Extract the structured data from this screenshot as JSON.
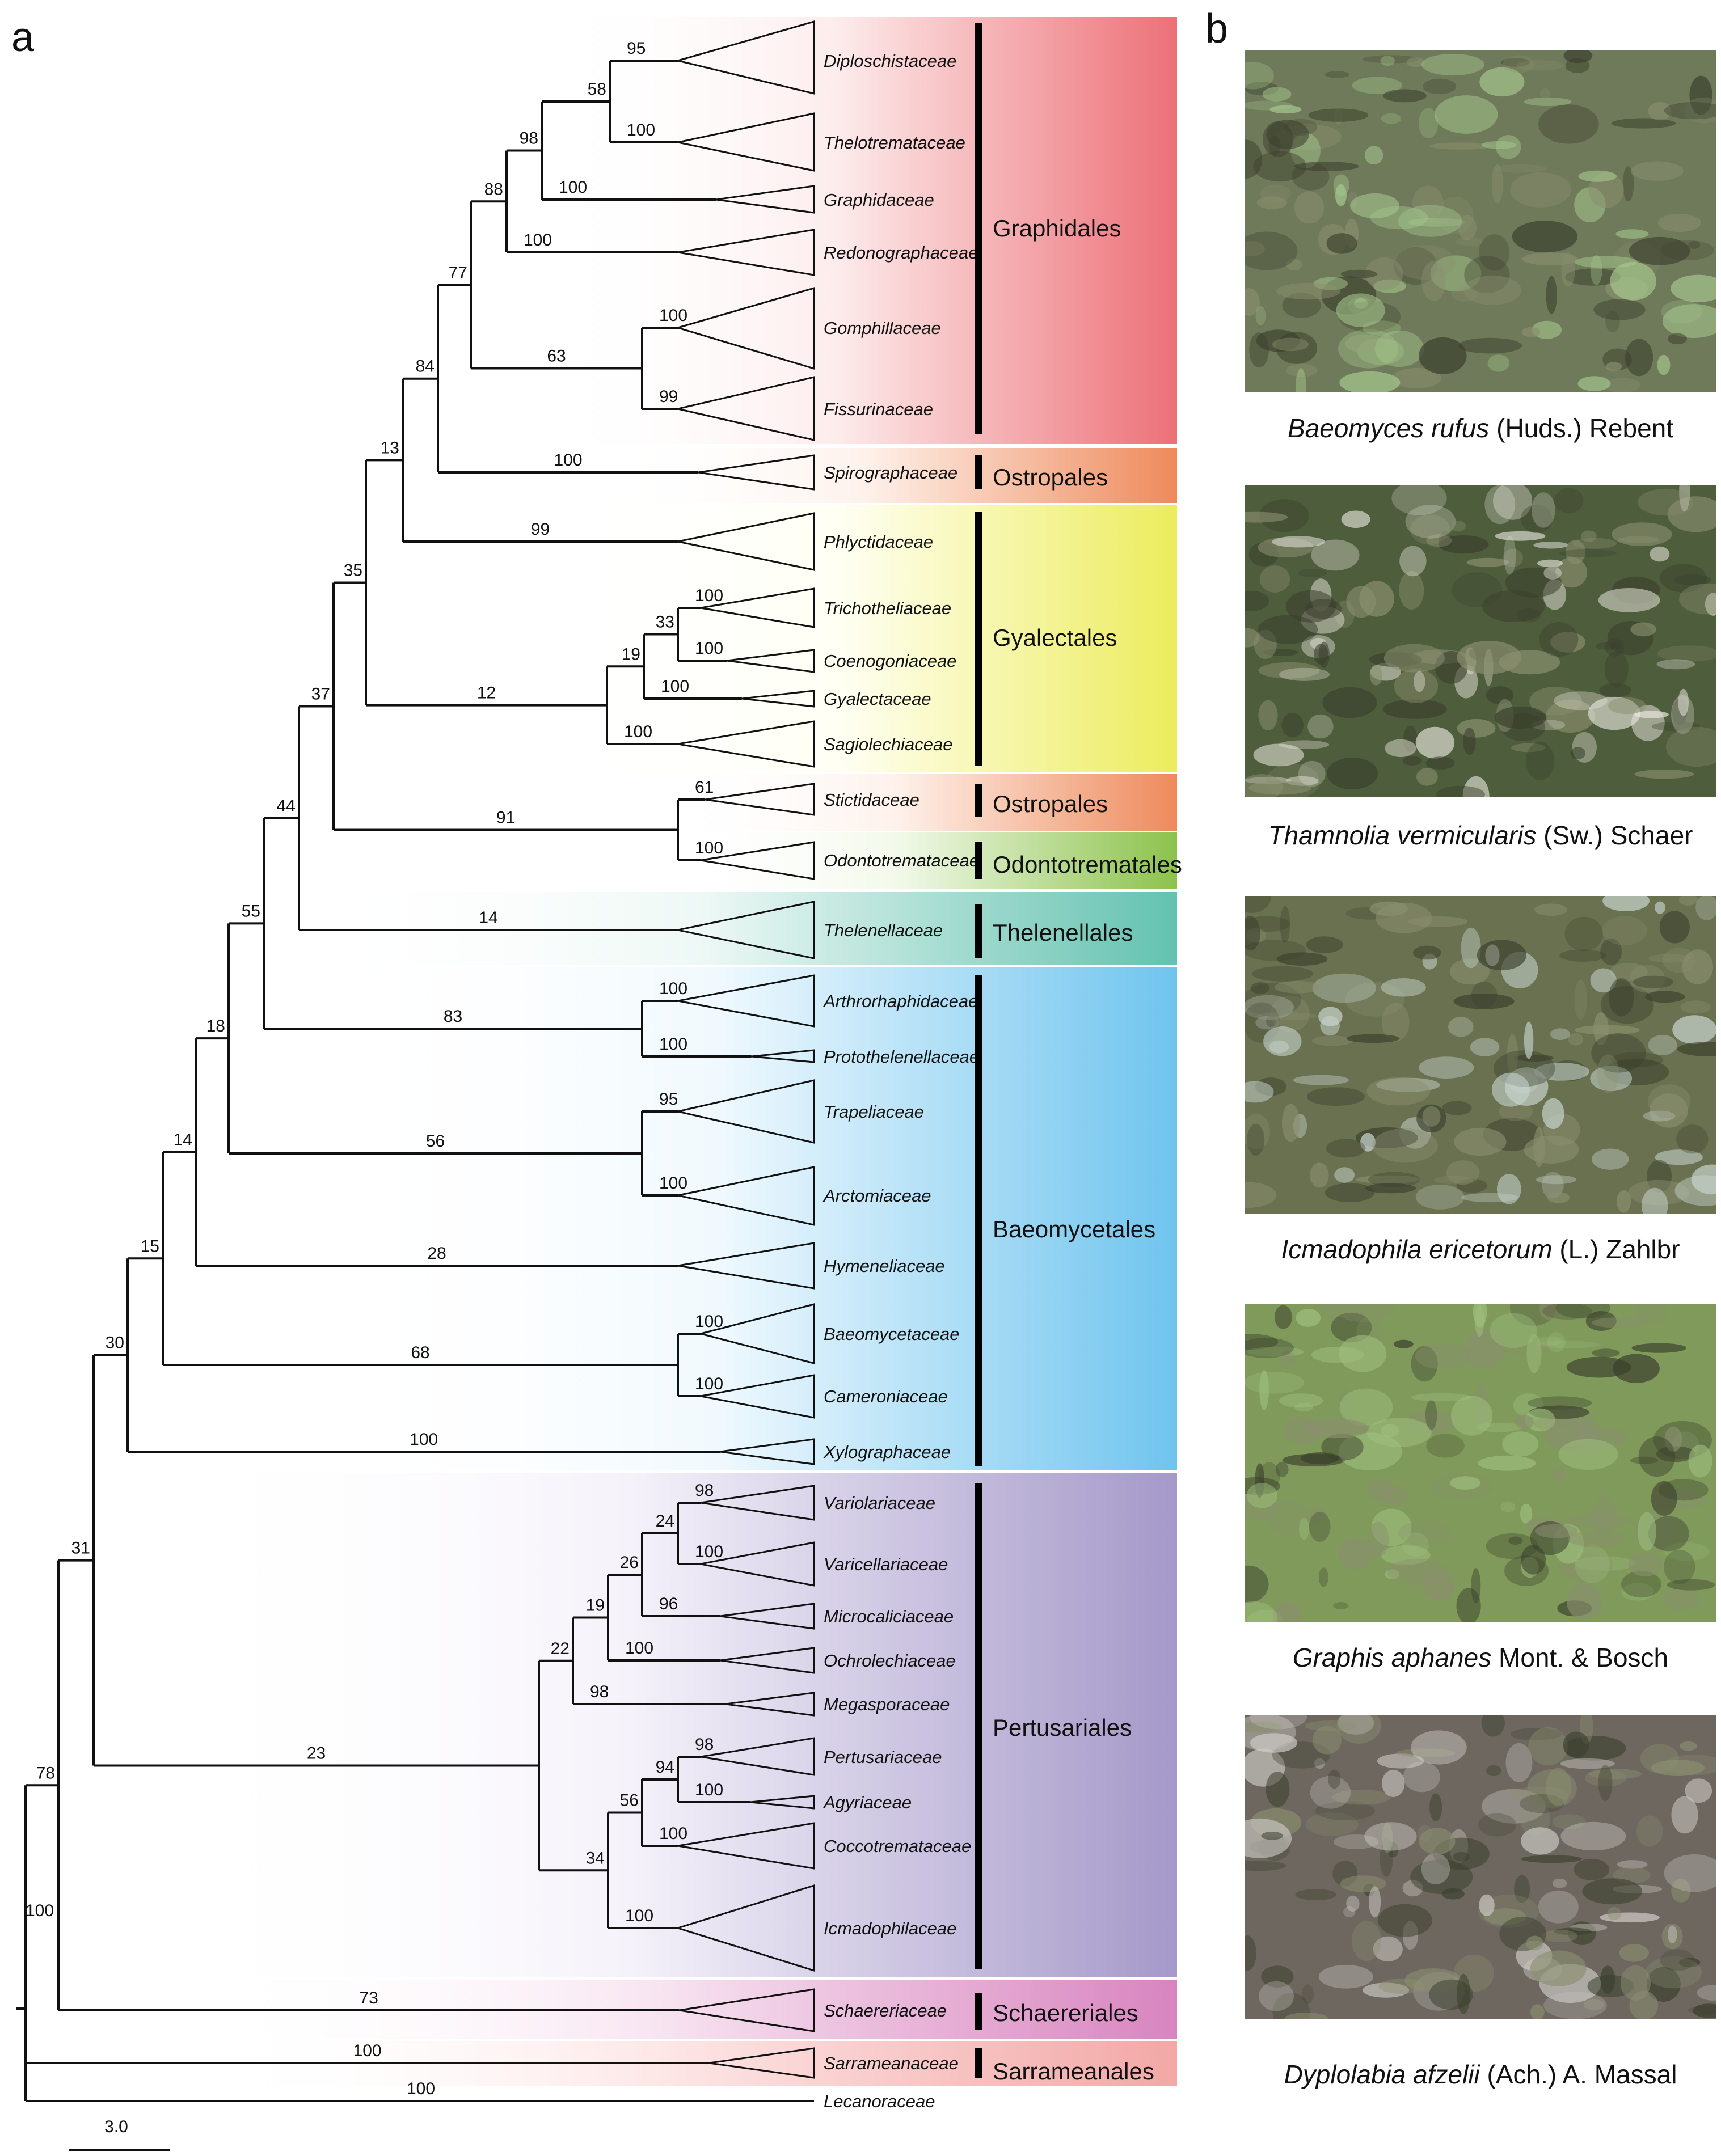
{
  "panel_labels": {
    "a": "a",
    "b": "b"
  },
  "scale_bar": {
    "label": "3.0"
  },
  "families": [
    {
      "id": "dip",
      "name": "Diploschistaceae"
    },
    {
      "id": "the",
      "name": "Thelotremataceae"
    },
    {
      "id": "gra",
      "name": "Graphidaceae"
    },
    {
      "id": "red",
      "name": "Redonographaceae"
    },
    {
      "id": "gom",
      "name": "Gomphillaceae"
    },
    {
      "id": "fis",
      "name": "Fissurinaceae"
    },
    {
      "id": "spi",
      "name": "Spirographaceae"
    },
    {
      "id": "phl",
      "name": "Phlyctidaceae"
    },
    {
      "id": "tri",
      "name": "Trichotheliaceae"
    },
    {
      "id": "coe",
      "name": "Coenogoniaceae"
    },
    {
      "id": "gya",
      "name": "Gyalectaceae"
    },
    {
      "id": "sag",
      "name": "Sagiolechiaceae"
    },
    {
      "id": "sti",
      "name": "Stictidaceae"
    },
    {
      "id": "odo",
      "name": "Odontotremataceae"
    },
    {
      "id": "thl",
      "name": "Thelenellaceae"
    },
    {
      "id": "art",
      "name": "Arthrorhaphidaceae"
    },
    {
      "id": "pro",
      "name": "Protothelenellaceae"
    },
    {
      "id": "tra",
      "name": "Trapeliaceae"
    },
    {
      "id": "arc",
      "name": "Arctomiaceae"
    },
    {
      "id": "hym",
      "name": "Hymeneliaceae"
    },
    {
      "id": "bae",
      "name": "Baeomycetaceae"
    },
    {
      "id": "cam",
      "name": "Cameroniaceae"
    },
    {
      "id": "xyl",
      "name": "Xylographaceae"
    },
    {
      "id": "var",
      "name": "Variolariaceae"
    },
    {
      "id": "vcl",
      "name": "Varicellariaceae"
    },
    {
      "id": "mic",
      "name": "Microcaliciaceae"
    },
    {
      "id": "och",
      "name": "Ochrolechiaceae"
    },
    {
      "id": "meg",
      "name": "Megasporaceae"
    },
    {
      "id": "per",
      "name": "Pertusariaceae"
    },
    {
      "id": "agy",
      "name": "Agyriaceae"
    },
    {
      "id": "coc",
      "name": "Coccotremataceae"
    },
    {
      "id": "icm",
      "name": "Icmadophilaceae"
    },
    {
      "id": "sch",
      "name": "Schaereriaceae"
    },
    {
      "id": "sar",
      "name": "Sarrameanaceae"
    },
    {
      "id": "lec",
      "name": "Lecanoraceae"
    }
  ],
  "orders": [
    {
      "id": "graphidales",
      "name": "Graphidales",
      "color": "#ec7077"
    },
    {
      "id": "ostropales1",
      "name": "Ostropales",
      "color": "#ee8a5c"
    },
    {
      "id": "gyalectales",
      "name": "Gyalectales",
      "color": "#ecec5c"
    },
    {
      "id": "ostropales2",
      "name": "Ostropales",
      "color": "#ee8a5c"
    },
    {
      "id": "odontotrematales",
      "name": "Odontotrematales",
      "color": "#8cc24c"
    },
    {
      "id": "thelenellales",
      "name": "Thelenellales",
      "color": "#63c2b0"
    },
    {
      "id": "baeomycetales",
      "name": "Baeomycetales",
      "color": "#6fc4ee"
    },
    {
      "id": "pertusariales",
      "name": "Pertusariales",
      "color": "#a499c9"
    },
    {
      "id": "schaereriales",
      "name": "Schaereriales",
      "color": "#d884bf"
    },
    {
      "id": "sarrameanales",
      "name": "Sarrameanales",
      "color": "#f2a8a6"
    }
  ],
  "support_values": {
    "dip_the": "58",
    "dip": "95",
    "the": "100",
    "n98": "98",
    "gra": "100",
    "red": "100",
    "n88": "88",
    "gom_fis": "63",
    "gom": "100",
    "fis": "99",
    "n77": "77",
    "n84": "84",
    "spi": "100",
    "n13": "13",
    "phl": "99",
    "tri_coe": "33",
    "tri": "100",
    "coe": "100",
    "gya": "100",
    "tcg": "19",
    "sag": "100",
    "gyal": "12",
    "n35": "35",
    "sti": "61",
    "odo": "100",
    "sti_odo": "91",
    "n37": "37",
    "thl": "14",
    "n44": "44",
    "art": "100",
    "pro": "100",
    "art_pro": "83",
    "tra": "95",
    "arc": "100",
    "tra_arc": "56",
    "n55": "55",
    "hym": "28",
    "n18": "18",
    "bae": "100",
    "cam": "100",
    "bae_cam": "68",
    "n14": "14",
    "xyl": "100",
    "n15": "15",
    "var": "98",
    "vcl": "100",
    "var_vcl": "24",
    "mic": "96",
    "n26": "26",
    "och": "100",
    "n19": "19",
    "meg": "98",
    "n22": "22",
    "per": "98",
    "agy": "100",
    "per_agy": "94",
    "coc": "100",
    "n56": "56",
    "icm": "100",
    "n34": "34",
    "n23": "23",
    "n30": "30",
    "sch": "73",
    "n31": "31",
    "sar": "100",
    "n78": "78",
    "lec": "100",
    "root": "100"
  },
  "photos": [
    {
      "species": "Baeomyces rufus",
      "author": "(Huds.) Rebent",
      "tone": "#6f7a5a",
      "thallus": "#a6c98e"
    },
    {
      "species": "Thamnolia vermicularis",
      "author": "(Sw.) Schaer",
      "tone": "#4e5d3c",
      "thallus": "#e8e6dc"
    },
    {
      "species": "Icmadophila ericetorum",
      "author": "(L.) Zahlbr",
      "tone": "#6a7150",
      "thallus": "#c9d6cf"
    },
    {
      "species": "Graphis aphanes",
      "author": "Mont. & Bosch",
      "tone": "#7f9a5a",
      "thallus": "#9fbf7e"
    },
    {
      "species": "Dyplolabia afzelii",
      "author": "(Ach.) A. Massal",
      "tone": "#6e6760",
      "thallus": "#cfccc7"
    }
  ]
}
